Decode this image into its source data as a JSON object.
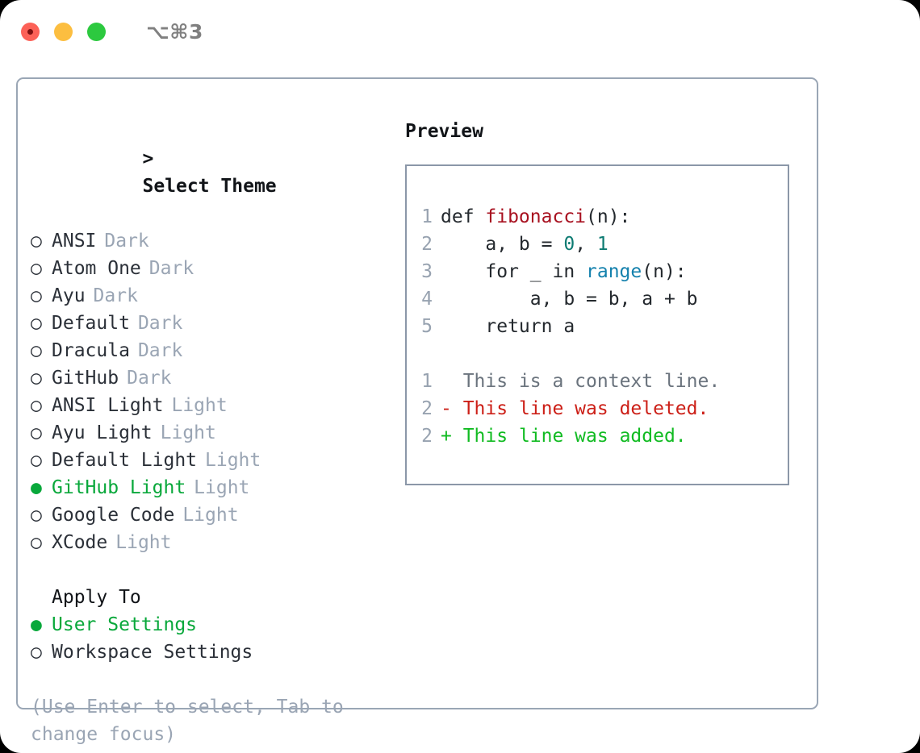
{
  "titlebar": {
    "shortcut": "⌥⌘3",
    "lights": [
      "close-red",
      "minimize-yellow",
      "maximize-green"
    ]
  },
  "colors": {
    "accent_green": "#09a83b",
    "muted": "#9aa5b4",
    "text": "#2b3038",
    "border": "#9aa6b5",
    "preview_border": "#8b97a8",
    "fn_red": "#a81120",
    "num_teal": "#0d7b72",
    "builtin_blue": "#1481ad",
    "diff_add": "#11bb22",
    "diff_del": "#cc1f17",
    "diff_ctx": "#6a737d"
  },
  "theme_section": {
    "caret": ">",
    "title": "Select Theme",
    "bullet_empty": "○",
    "bullet_filled": "●",
    "items": [
      {
        "name": "ANSI",
        "tag": "Dark",
        "selected": false
      },
      {
        "name": "Atom One",
        "tag": "Dark",
        "selected": false
      },
      {
        "name": "Ayu",
        "tag": "Dark",
        "selected": false
      },
      {
        "name": "Default",
        "tag": "Dark",
        "selected": false
      },
      {
        "name": "Dracula",
        "tag": "Dark",
        "selected": false
      },
      {
        "name": "GitHub",
        "tag": "Dark",
        "selected": false
      },
      {
        "name": "ANSI Light",
        "tag": "Light",
        "selected": false
      },
      {
        "name": "Ayu Light",
        "tag": "Light",
        "selected": false
      },
      {
        "name": "Default Light",
        "tag": "Light",
        "selected": false
      },
      {
        "name": "GitHub Light",
        "tag": "Light",
        "selected": true
      },
      {
        "name": "Google Code",
        "tag": "Light",
        "selected": false
      },
      {
        "name": "XCode",
        "tag": "Light",
        "selected": false
      }
    ]
  },
  "apply_to": {
    "title": "Apply To",
    "items": [
      {
        "name": "User Settings",
        "selected": true
      },
      {
        "name": "Workspace Settings",
        "selected": false
      }
    ]
  },
  "hint": "(Use Enter to select, Tab to change focus)",
  "preview": {
    "title": "Preview",
    "code_lines": [
      {
        "no": "1",
        "parts": [
          {
            "t": "def ",
            "c": "plain"
          },
          {
            "t": "fibonacci",
            "c": "fn"
          },
          {
            "t": "(n):",
            "c": "plain"
          }
        ]
      },
      {
        "no": "2",
        "parts": [
          {
            "t": "    a, b = ",
            "c": "plain"
          },
          {
            "t": "0",
            "c": "num"
          },
          {
            "t": ", ",
            "c": "plain"
          },
          {
            "t": "1",
            "c": "num"
          }
        ]
      },
      {
        "no": "3",
        "parts": [
          {
            "t": "    for _ in ",
            "c": "plain"
          },
          {
            "t": "range",
            "c": "blue"
          },
          {
            "t": "(n):",
            "c": "plain"
          }
        ]
      },
      {
        "no": "4",
        "parts": [
          {
            "t": "        a, b = b, a + b",
            "c": "plain"
          }
        ]
      },
      {
        "no": "5",
        "parts": [
          {
            "t": "    return a",
            "c": "plain"
          }
        ]
      }
    ],
    "diff_lines": [
      {
        "no": "1",
        "marker": "  ",
        "text": "This is a context line.",
        "kind": "ctx"
      },
      {
        "no": "2",
        "marker": "- ",
        "text": "This line was deleted.",
        "kind": "del"
      },
      {
        "no": "2",
        "marker": "+ ",
        "text": "This line was added.",
        "kind": "add"
      }
    ]
  }
}
